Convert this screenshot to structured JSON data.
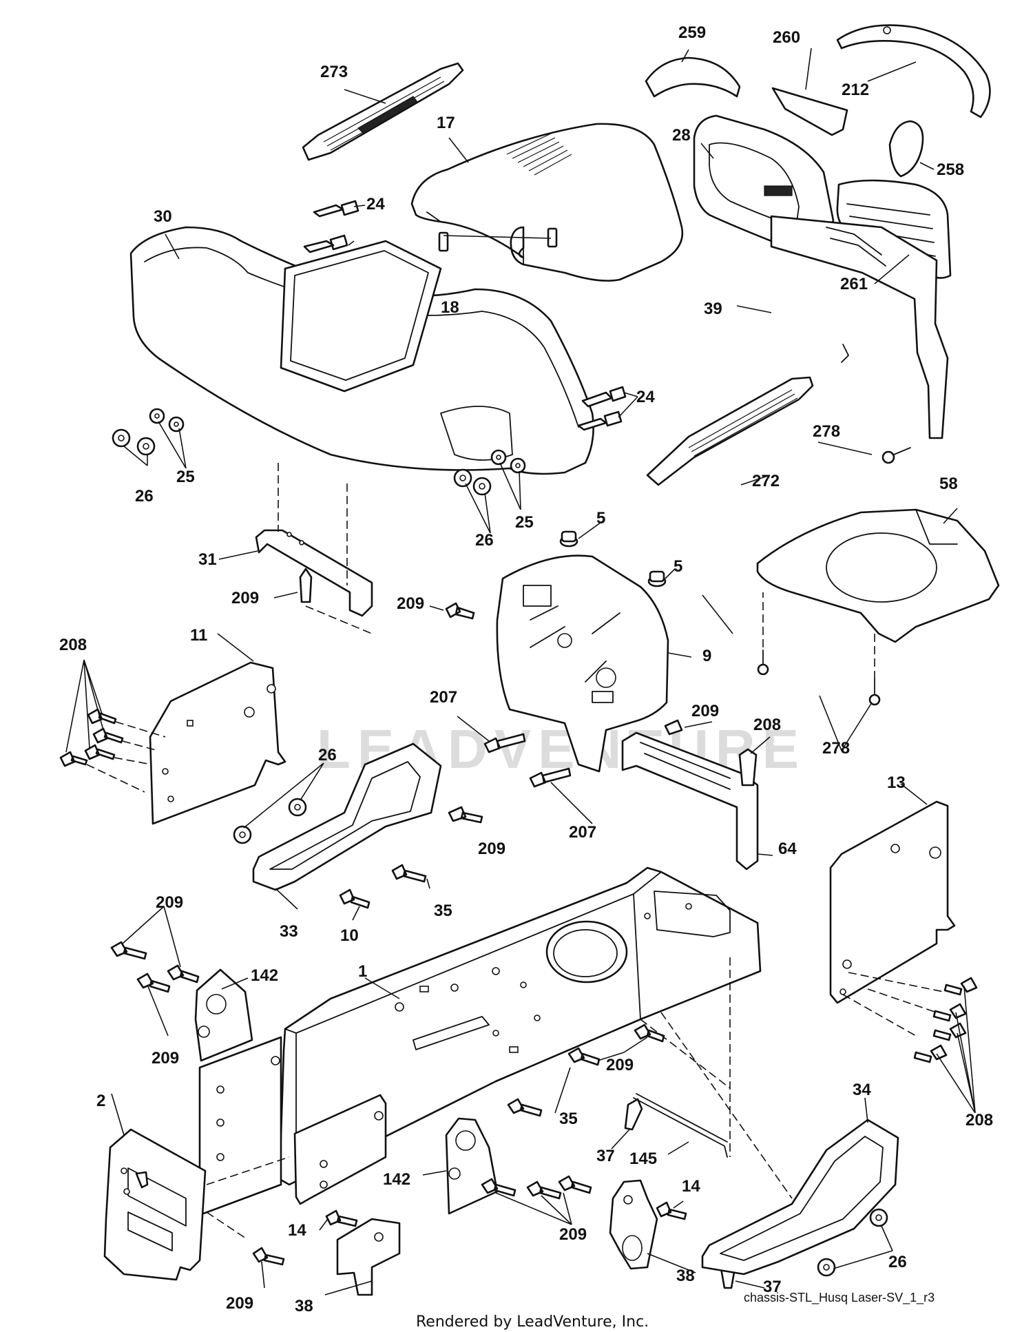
{
  "watermark": "LEADVENTURE",
  "footer": {
    "rendered_by": "Rendered by LeadVenture, Inc.",
    "diagram_ref": "chassis-STL_Husq Laser-SV_1_r3"
  },
  "callouts": [
    {
      "id": "c273",
      "label": "273"
    },
    {
      "id": "c259",
      "label": "259"
    },
    {
      "id": "c260",
      "label": "260"
    },
    {
      "id": "c212",
      "label": "212"
    },
    {
      "id": "c17",
      "label": "17"
    },
    {
      "id": "c28",
      "label": "28"
    },
    {
      "id": "c258",
      "label": "258"
    },
    {
      "id": "c30",
      "label": "30"
    },
    {
      "id": "c24a",
      "label": "24"
    },
    {
      "id": "c18",
      "label": "18"
    },
    {
      "id": "c261",
      "label": "261"
    },
    {
      "id": "c39",
      "label": "39"
    },
    {
      "id": "c24b",
      "label": "24"
    },
    {
      "id": "c278a",
      "label": "278"
    },
    {
      "id": "c26a",
      "label": "26"
    },
    {
      "id": "c25a",
      "label": "25"
    },
    {
      "id": "c26b",
      "label": "26"
    },
    {
      "id": "c25b",
      "label": "25"
    },
    {
      "id": "c272",
      "label": "272"
    },
    {
      "id": "c58",
      "label": "58"
    },
    {
      "id": "c5a",
      "label": "5"
    },
    {
      "id": "c5b",
      "label": "5"
    },
    {
      "id": "c31",
      "label": "31"
    },
    {
      "id": "c209a",
      "label": "209"
    },
    {
      "id": "c209b",
      "label": "209"
    },
    {
      "id": "c9",
      "label": "9"
    },
    {
      "id": "c208a",
      "label": "208"
    },
    {
      "id": "c11",
      "label": "11"
    },
    {
      "id": "c207a",
      "label": "207"
    },
    {
      "id": "c209c",
      "label": "209"
    },
    {
      "id": "c208b",
      "label": "208"
    },
    {
      "id": "c278b",
      "label": "278"
    },
    {
      "id": "c26c",
      "label": "26"
    },
    {
      "id": "c207b",
      "label": "207"
    },
    {
      "id": "c209d",
      "label": "209"
    },
    {
      "id": "c64",
      "label": "64"
    },
    {
      "id": "c13",
      "label": "13"
    },
    {
      "id": "c35a",
      "label": "35"
    },
    {
      "id": "c33",
      "label": "33"
    },
    {
      "id": "c10",
      "label": "10"
    },
    {
      "id": "c209e",
      "label": "209"
    },
    {
      "id": "c142a",
      "label": "142"
    },
    {
      "id": "c1",
      "label": "1"
    },
    {
      "id": "c209f",
      "label": "209"
    },
    {
      "id": "c209g",
      "label": "209"
    },
    {
      "id": "c34",
      "label": "34"
    },
    {
      "id": "c2",
      "label": "2"
    },
    {
      "id": "c35b",
      "label": "35"
    },
    {
      "id": "c208c",
      "label": "208"
    },
    {
      "id": "c37a",
      "label": "37"
    },
    {
      "id": "c145",
      "label": "145"
    },
    {
      "id": "c142b",
      "label": "142"
    },
    {
      "id": "c14a",
      "label": "14"
    },
    {
      "id": "c209h",
      "label": "209"
    },
    {
      "id": "c14b",
      "label": "14"
    },
    {
      "id": "c26d",
      "label": "26"
    },
    {
      "id": "c37b",
      "label": "37"
    },
    {
      "id": "c38a",
      "label": "38"
    },
    {
      "id": "c38b",
      "label": "38"
    },
    {
      "id": "c209i",
      "label": "209"
    }
  ]
}
